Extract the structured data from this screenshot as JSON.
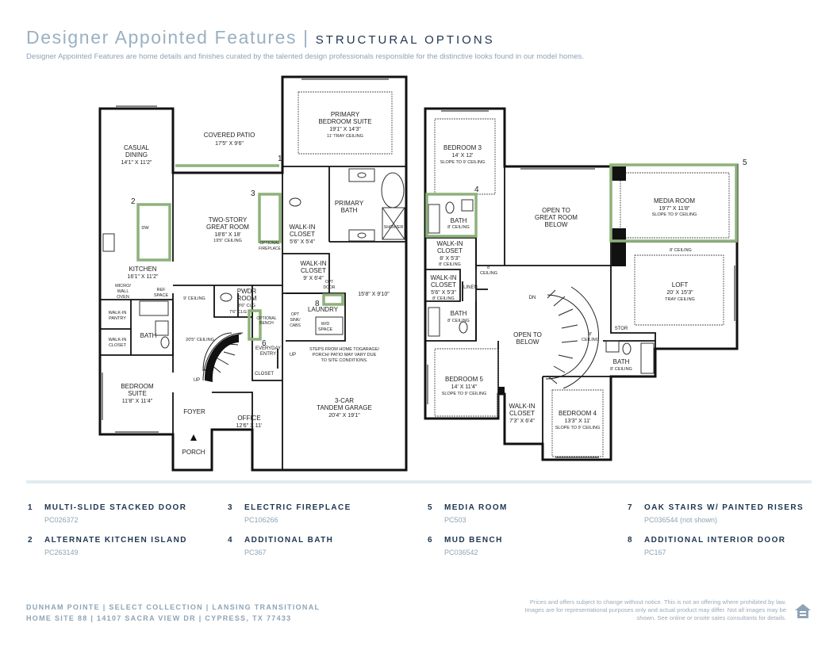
{
  "header": {
    "title": "Designer Appointed Features",
    "subtitle": "STRUCTURAL OPTIONS",
    "description": "Designer Appointed Features are home details and finishes curated by the talented design professionals responsible for the distinctive looks found in our model homes."
  },
  "plan_labels": {
    "covered_patio": "COVERED PATIO",
    "covered_patio_dim": "17'5\" X 9'6\"",
    "casual_dining": "CASUAL",
    "casual_dining2": "DINING",
    "casual_dining_dim": "14'1\" X 11'2\"",
    "great_room": "TWO-STORY",
    "great_room2": "GREAT ROOM",
    "great_room_dim": "18'6\" X 18'",
    "great_room_ceil": "19'5\" CEILING",
    "kitchen": "KITCHEN",
    "kitchen_dim": "16'1\" X 11'2\"",
    "dw": "DW",
    "micro": "MICRO/",
    "micro2": "WALL",
    "micro3": "OVEN",
    "ref": "REF",
    "ref2": "SPACE",
    "nine_ceiling": "9' CEILING",
    "walkin_pantry": "WALK-IN",
    "walkin_pantry2": "PANTRY",
    "walkin_closet_a": "WALK-IN",
    "walkin_closet_a2": "CLOSET",
    "bath_a": "BATH",
    "stair_ceiling": "20'5\" CEILING",
    "pwdr": "PWDR",
    "pwdr2": "ROOM",
    "pwdr_ceil": "8'6\" CLG",
    "pwdr_ceil2": "7'6\" CLG",
    "optional_bench": "OPTIONAL",
    "optional_bench2": "BENCH",
    "opt_sink": "OPT",
    "opt_sink2": "SINK/",
    "opt_sink3": "CABS",
    "laundry": "LAUNDRY",
    "wd": "W/D",
    "wd2": "SPACE",
    "everyday": "EVERYDAY",
    "everyday2": "ENTRY",
    "up": "UP",
    "up2": "UP",
    "closet": "CLOSET",
    "bedroom_suite": "BEDROOM",
    "bedroom_suite2": "SUITE",
    "bedroom_suite_dim": "11'8\" X 11'4\"",
    "foyer": "FOYER",
    "office": "OFFICE",
    "office_dim": "12'6\" X 11'",
    "porch": "PORCH",
    "fireplace": "OPTIONAL",
    "fireplace2": "FIREPLACE",
    "primary_suite": "PRIMARY",
    "primary_suite2": "BEDROOM SUITE",
    "primary_suite_dim": "19'1\" X 14'3\"",
    "primary_suite_ceil": "11' TRAY CEILING",
    "primary_bath": "PRIMARY",
    "primary_bath2": "BATH",
    "shower": "SHOWER",
    "wic1": "WALK-IN",
    "wic1b": "CLOSET",
    "wic1_dim": "5'6\" X 5'4\"",
    "wic2": "WALK-IN",
    "wic2b": "CLOSET",
    "wic2_dim": "9' X 6'4\"",
    "opt_door": "OPT",
    "opt_door2": "DOOR",
    "garage_top_dim": "15'8\" X 9'10\"",
    "steps_note1": "STEPS FROM HOME TOGARAGE/",
    "steps_note2": "PORCH/ PATIO MAY VARY DUE",
    "steps_note3": "TO SITE CONDITIONS.",
    "garage": "3-CAR",
    "garage2": "TANDEM GARAGE",
    "garage_dim": "20'4\" X 19'1\"",
    "bedroom3": "BEDROOM 3",
    "bedroom3_dim": "14' X 12'",
    "bedroom3_ceil": "SLOPE TO 9' CEILING",
    "bath_b": "BATH",
    "bath_b_ceil": "8' CEILING",
    "wic_b": "WALK-IN",
    "wic_b2": "CLOSET",
    "wic_b_dim": "8' X 5'3\"",
    "wic_b_ceil": "8' CEILING",
    "wic_c": "WALK-IN",
    "wic_c2": "CLOSET",
    "wic_c_dim": "5'6\" X 5'3\"",
    "wic_c_ceil": "8' CEILING",
    "linen": "LINEN",
    "eight_ceil_a": "8'",
    "eight_ceil_a2": "CEILING",
    "bath_c": "BATH",
    "bath_c_ceil": "8' CEILING",
    "bedroom5": "BEDROOM 5",
    "bedroom5_dim": "14' X 11'4\"",
    "bedroom5_ceil": "SLOPE TO 9' CEILING",
    "open_great": "OPEN TO",
    "open_great2": "GREAT ROOM",
    "open_great3": "BELOW",
    "dn": "DN",
    "open_below": "OPEN TO",
    "open_below2": "BELOW",
    "eight_ceil_b": "8'",
    "eight_ceil_b2": "CEILING",
    "wic_d": "WALK-IN",
    "wic_d2": "CLOSET",
    "wic_d_dim": "7'3\" X 6'4\"",
    "bedroom4": "BEDROOM 4",
    "bedroom4_dim": "13'3\" X 11'",
    "bedroom4_ceil": "SLOPE TO 9' CEILING",
    "media": "MEDIA ROOM",
    "media_dim": "19'7\" X 11'8\"",
    "media_ceil": "SLOPE TO 9' CEILING",
    "eight_ceil_c": "8' CEILING",
    "loft": "LOFT",
    "loft_dim": "20' X 15'3\"",
    "loft_ceil": "TRAY CEILING",
    "stor": "STOR",
    "bath_d": "BATH",
    "bath_d_ceil": "8' CEILING",
    "callouts": [
      "1",
      "2",
      "3",
      "4",
      "5",
      "6",
      "8"
    ]
  },
  "features": [
    {
      "num": "1",
      "name": "MULTI-SLIDE STACKED DOOR",
      "code": "PC026372"
    },
    {
      "num": "2",
      "name": "ALTERNATE KITCHEN ISLAND",
      "code": "PC263149"
    },
    {
      "num": "3",
      "name": "ELECTRIC FIREPLACE",
      "code": "PC106266"
    },
    {
      "num": "4",
      "name": "ADDITIONAL BATH",
      "code": "PC367"
    },
    {
      "num": "5",
      "name": "MEDIA ROOM",
      "code": "PC503"
    },
    {
      "num": "6",
      "name": "MUD BENCH",
      "code": "PC036542"
    },
    {
      "num": "7",
      "name": "OAK STAIRS W/ PAINTED RISERS",
      "code": "PC036544 (not shown)"
    },
    {
      "num": "8",
      "name": "ADDITIONAL INTERIOR DOOR",
      "code": "PC167"
    }
  ],
  "footer": {
    "line1": "DUNHAM POINTE | SELECT COLLECTION | LANSING TRANSITIONAL",
    "line2": "HOME SITE 88 | 14107 SACRA VIEW DR | CYPRESS, TX 77433",
    "disclaimer": "Prices and offers subject to change without notice. This is not an offering where prohibited by law. Images are for representational purposes only and actual product may differ. Not all images may be shown. See online or onsite sales consultants for details."
  },
  "colors": {
    "accent": "#8db27a",
    "title_light": "#9ab0c3",
    "title_dark": "#1f3550"
  }
}
